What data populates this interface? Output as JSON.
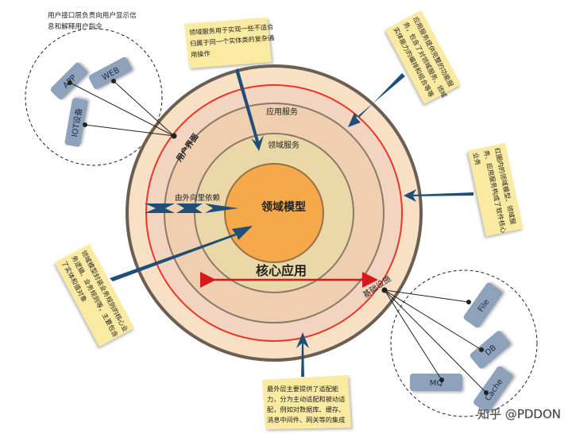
{
  "top_left_caption": [
    "用户接口层负责向用户显示信",
    "息和解释用户指令"
  ],
  "layers": {
    "user_interface": "用户界面",
    "application_services": "应用服务",
    "domain_services": "领域服务",
    "domain_model": "领域模型",
    "core_application": "核心应用",
    "infrastructure": "基础设施",
    "dependency_direction": "由外向里依赖"
  },
  "clients": [
    "APP",
    "WEB",
    "IOT设备"
  ],
  "infrastructure_components": [
    "File",
    "DB",
    "Cache",
    "MQ"
  ],
  "notes": {
    "domain_services": [
      "领域服务用于实现一些不适合",
      "归属于同一个实体类的复杂通",
      "用操作"
    ],
    "application_services": [
      "应用服务提供完整的功能服",
      "务，包含了对领域服务、领域",
      "实体能力的编排和组合等等"
    ],
    "right_core": [
      "红圈内的领域模型、领域服",
      "务、应用服务构成了软件核心",
      "业务"
    ],
    "domain_model": [
      "领域模型封装业务规则的核心业",
      "务逻辑、业务规则等，主要包含",
      "了实体和值对象"
    ],
    "infrastructure": [
      "最外层主要提供了适配能",
      "力，分为主动适配和被动适",
      "配，例如对数据库、缓存、",
      "消息中间件、网关等的集成"
    ]
  },
  "watermark": "知乎 @PDDON",
  "colors": {
    "outer_ring": "#f7e0c4",
    "red_ring": "#e8362a",
    "app_service_ring": "#efcfb0",
    "domain_service_ring": "#ebd8a8",
    "domain_model": "#f6a94a",
    "note_fill": "#fbeaa1",
    "tag_fill": "#8ea2bb",
    "arrow": "#1f4e79",
    "core_arrow": "#d41a1a"
  }
}
